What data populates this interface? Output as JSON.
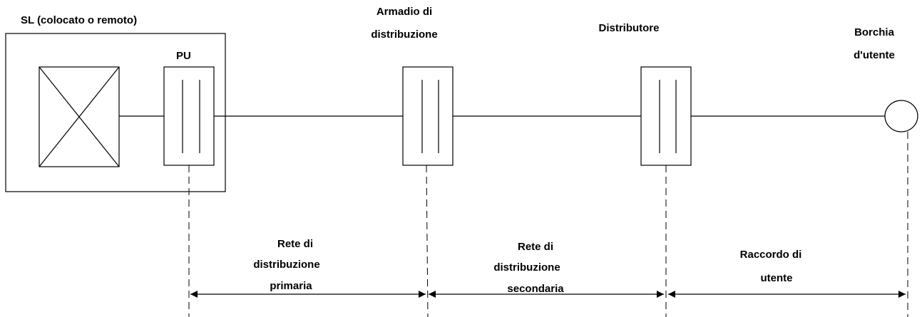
{
  "labels": {
    "sl": "SL (colocato o remoto)",
    "pu": "PU",
    "armadio_line1": "Armadio di",
    "armadio_line2": "distribuzione",
    "distributore": "Distributore",
    "borchia_line1": "Borchia",
    "borchia_line2": "d'utente"
  },
  "segments": {
    "primary": [
      "Rete di",
      "distribuzione",
      "primaria"
    ],
    "secondary": [
      "Rete di",
      "distribuzione",
      "secondaria"
    ],
    "user": [
      "Raccordo di",
      "utente"
    ]
  }
}
